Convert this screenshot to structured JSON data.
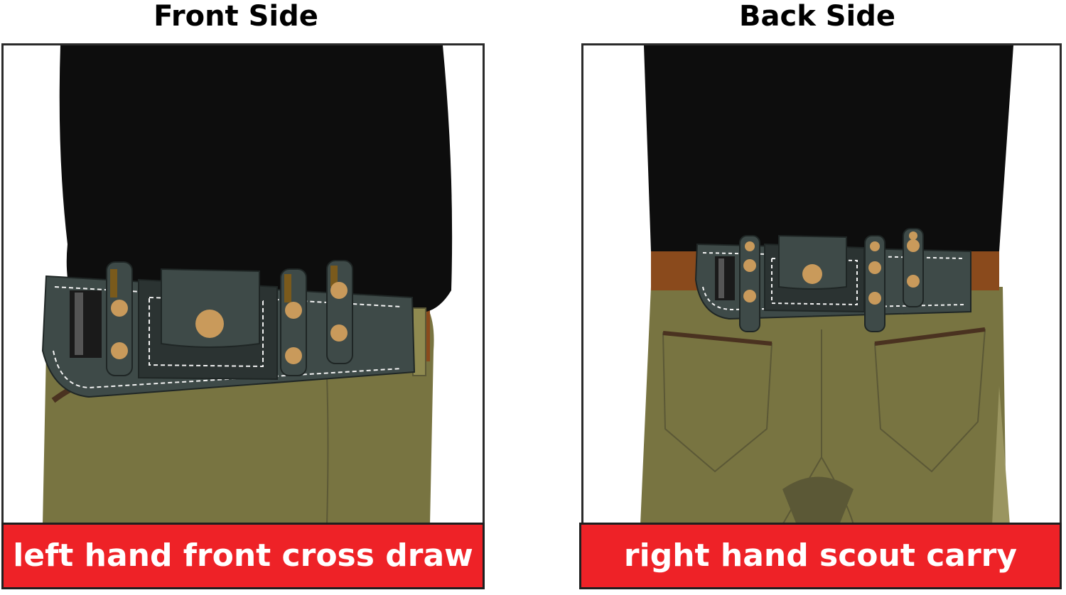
{
  "front": {
    "heading": "Front Side",
    "caption": "left hand front cross draw"
  },
  "back": {
    "heading": "Back Side",
    "caption": "right hand scout carry"
  },
  "colors": {
    "shirt": "#0d0d0d",
    "pants": "#787441",
    "pants_shadow": "#5b5836",
    "belt": "#8a4a1c",
    "sheath": "#3e4a48",
    "sheath_dark": "#2b3332",
    "stitching": "#f2f2f2",
    "rivet": "#c99a5b",
    "caption_bg": "#ee2227"
  }
}
